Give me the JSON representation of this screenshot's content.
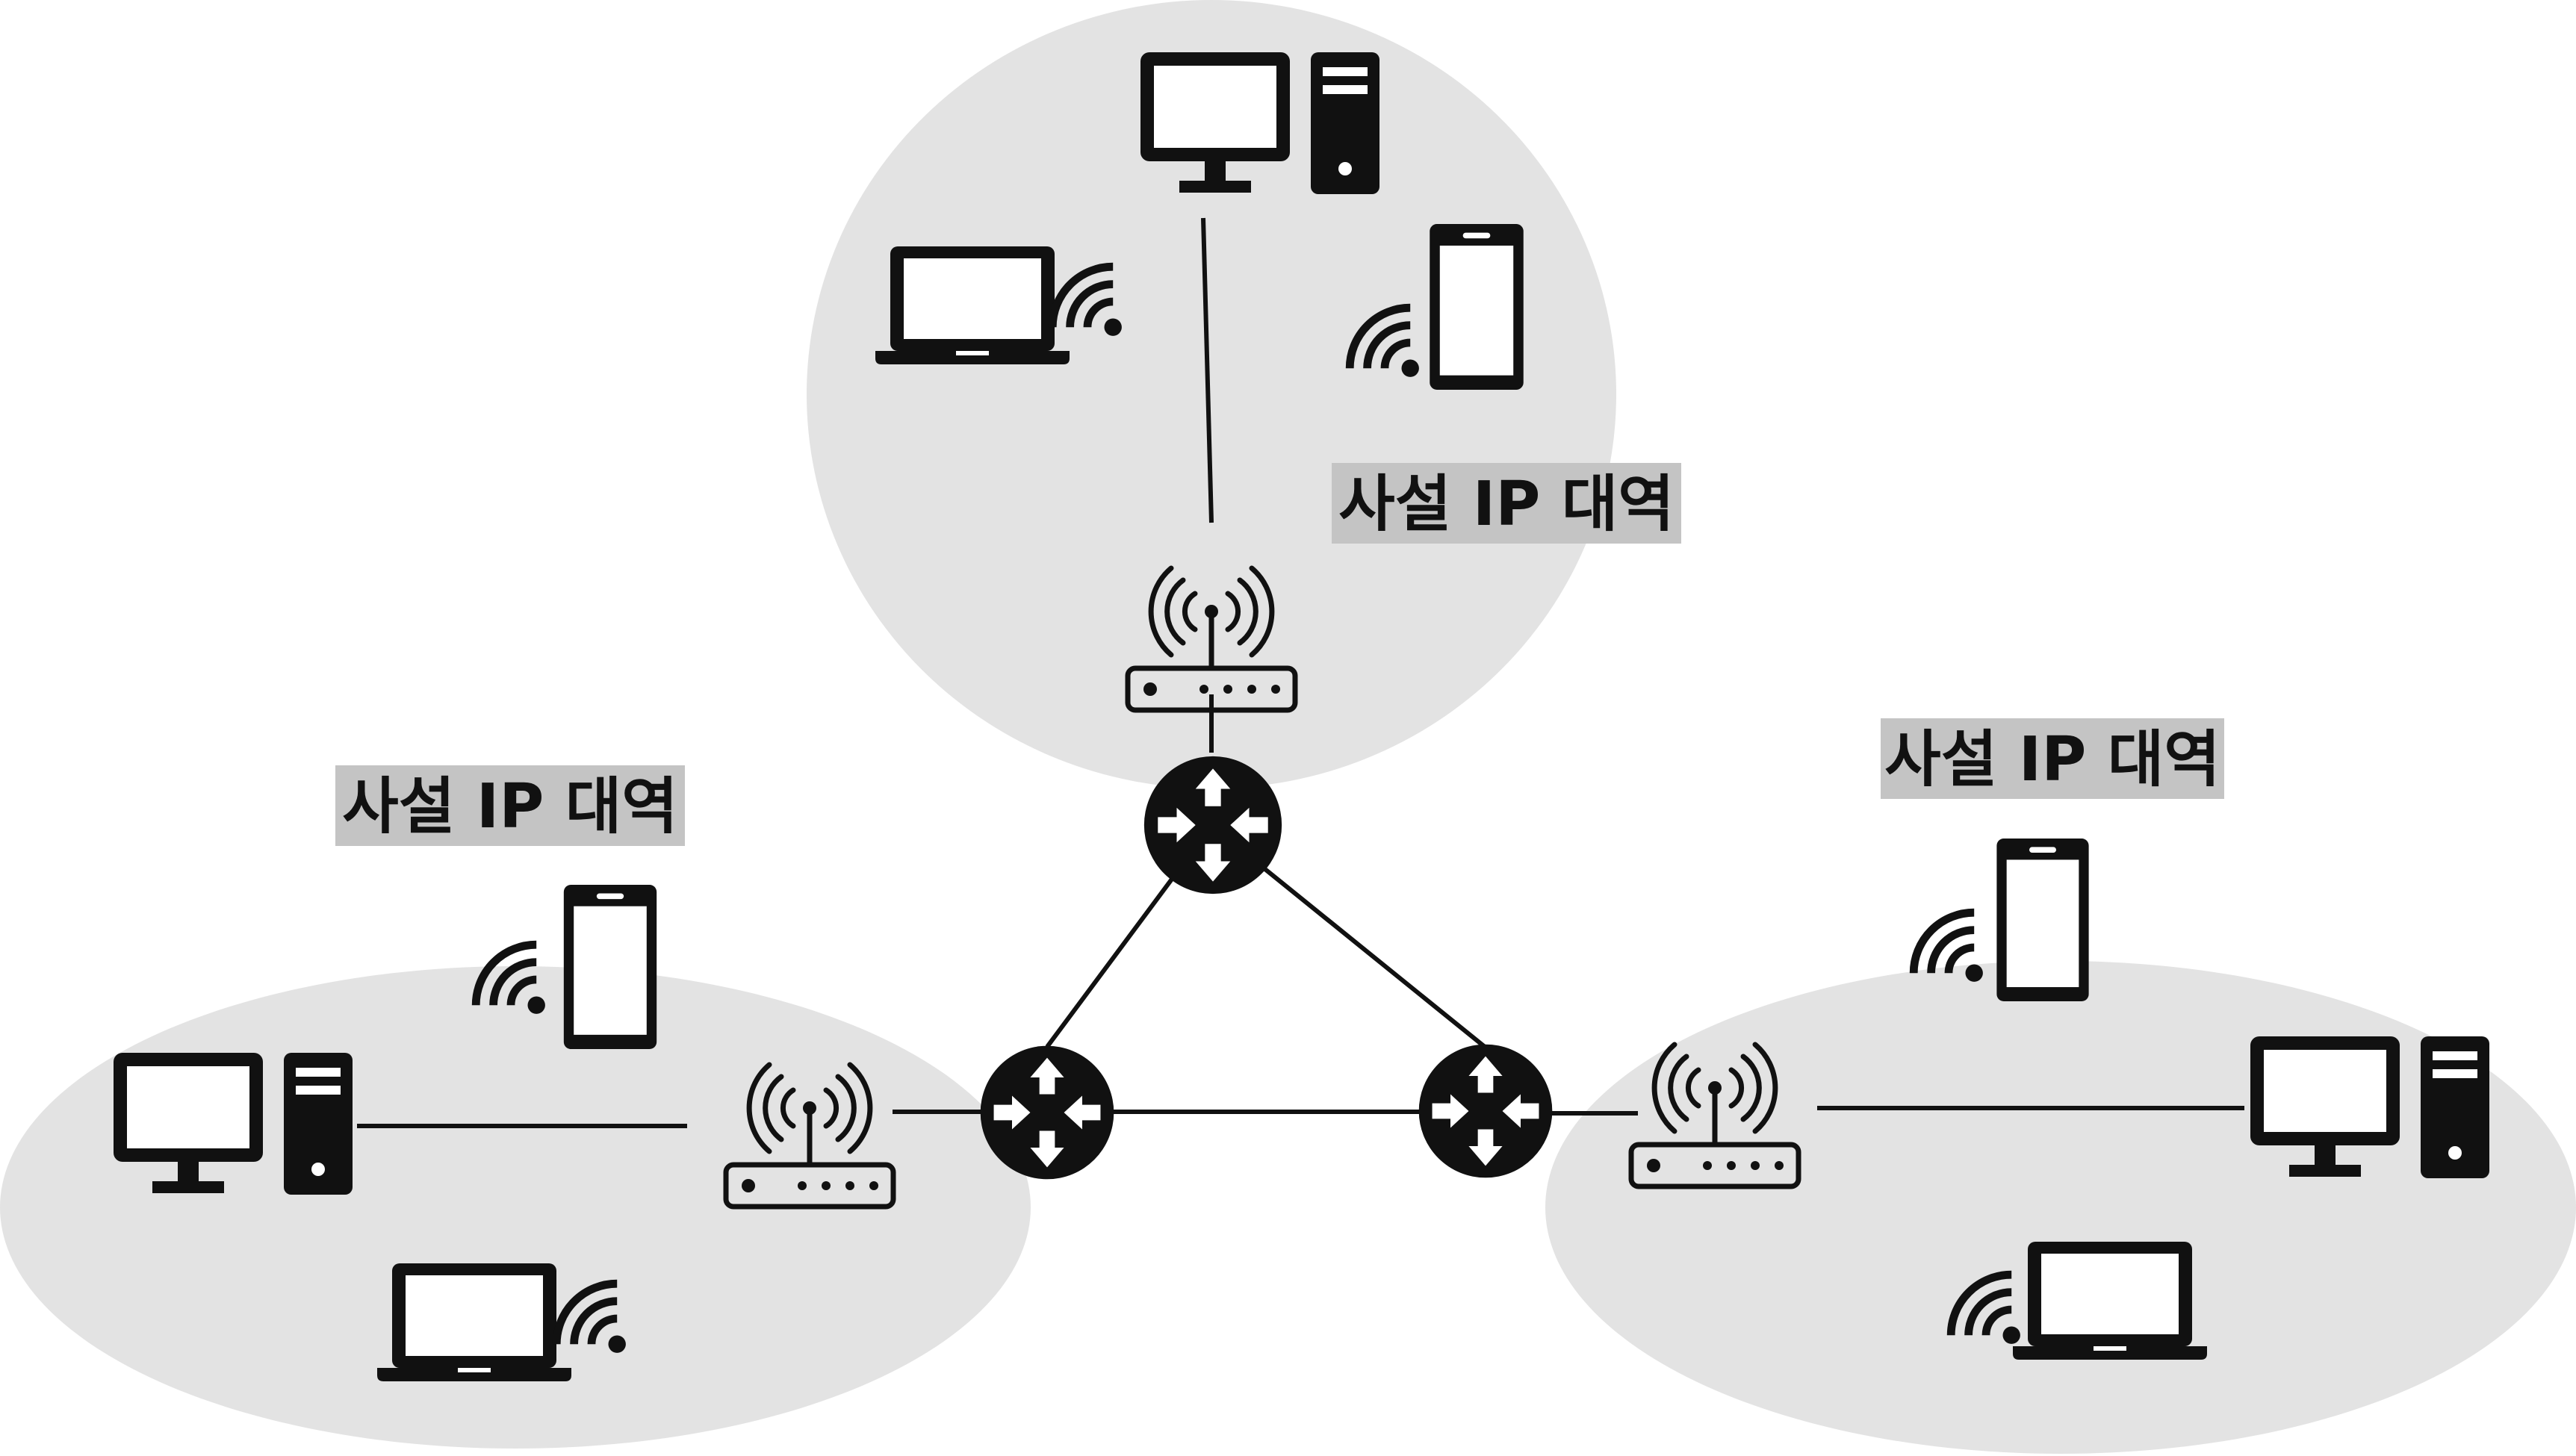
{
  "colors": {
    "zone_fill": "#e3e3e3",
    "label_bg": "#c4c4c4",
    "ink": "#111111",
    "background": "#ffffff"
  },
  "zones": {
    "top": {
      "label": "사설 IP 대역"
    },
    "left": {
      "label": "사설 IP 대역"
    },
    "right": {
      "label": "사설 IP 대역"
    }
  },
  "icons": {
    "router": "router-icon",
    "access_point": "wifi-router-icon",
    "desktop": "desktop-computer-icon",
    "laptop": "laptop-icon",
    "phone": "smartphone-icon",
    "wireless": "wireless-signal-icon"
  }
}
